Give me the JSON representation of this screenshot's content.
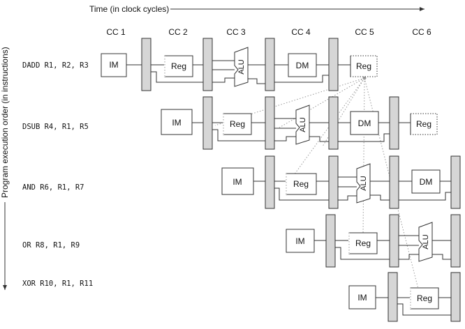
{
  "time_label": "Time (in clock cycles)",
  "order_label": "Program execution order (in instructions)",
  "cycles": [
    "CC 1",
    "CC 2",
    "CC 3",
    "CC 4",
    "CC 5",
    "CC 6"
  ],
  "stage_labels": {
    "im": "IM",
    "reg": "Reg",
    "alu": "ALU",
    "dm": "DM"
  },
  "instructions": [
    "DADD R1, R2, R3",
    "DSUB R4, R1, R5",
    "AND R6, R1, R7",
    "OR R8, R1, R9",
    "XOR R10, R1, R11"
  ],
  "colors": {
    "stroke": "#333333",
    "latch": "#d6d6d6",
    "forward": "#999999"
  }
}
